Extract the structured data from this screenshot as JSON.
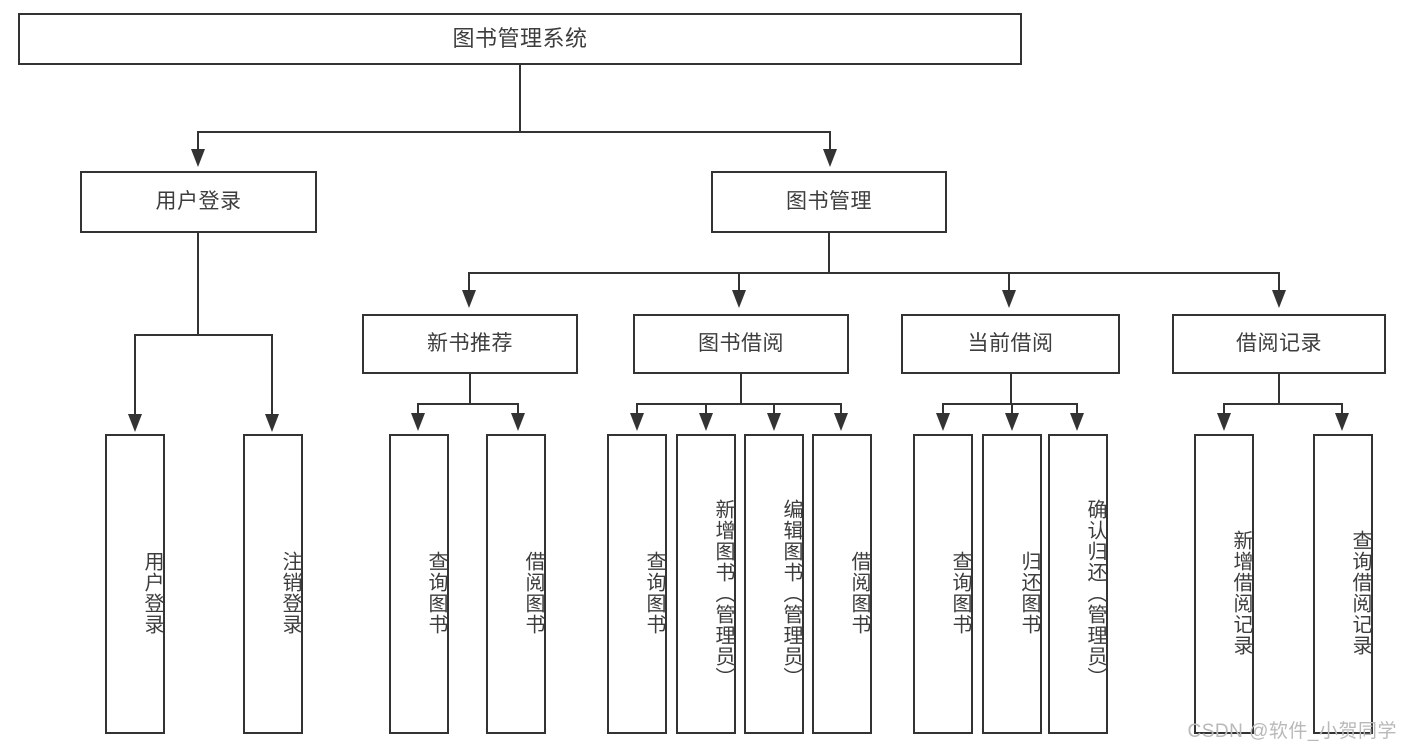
{
  "diagram": {
    "title": "图书管理系统",
    "type": "functional-structure-tree",
    "root": {
      "label": "图书管理系统"
    },
    "level1": [
      {
        "label": "用户登录"
      },
      {
        "label": "图书管理"
      }
    ],
    "level2": [
      {
        "label": "新书推荐"
      },
      {
        "label": "图书借阅"
      },
      {
        "label": "当前借阅"
      },
      {
        "label": "借阅记录"
      }
    ],
    "leaves": {
      "user_login": [
        {
          "label": "用户登录"
        },
        {
          "label": "注销登录"
        }
      ],
      "new_book_recommend": [
        {
          "label": "查询图书"
        },
        {
          "label": "借阅图书"
        }
      ],
      "book_borrow": [
        {
          "label": "查询图书"
        },
        {
          "label": "新增图书（管理员）"
        },
        {
          "label": "编辑图书（管理员）"
        },
        {
          "label": "借阅图书"
        }
      ],
      "current_borrow": [
        {
          "label": "查询图书"
        },
        {
          "label": "归还图书"
        },
        {
          "label": "确认归还（管理员）"
        }
      ],
      "borrow_record": [
        {
          "label": "新增借阅记录"
        },
        {
          "label": "查询借阅记录"
        }
      ]
    }
  },
  "watermark": {
    "text": "CSDN @软件_小贺同学"
  },
  "colors": {
    "stroke": "#333333",
    "text": "#3d3d3d",
    "background": "#ffffff",
    "watermark": "#b9b9b9"
  }
}
